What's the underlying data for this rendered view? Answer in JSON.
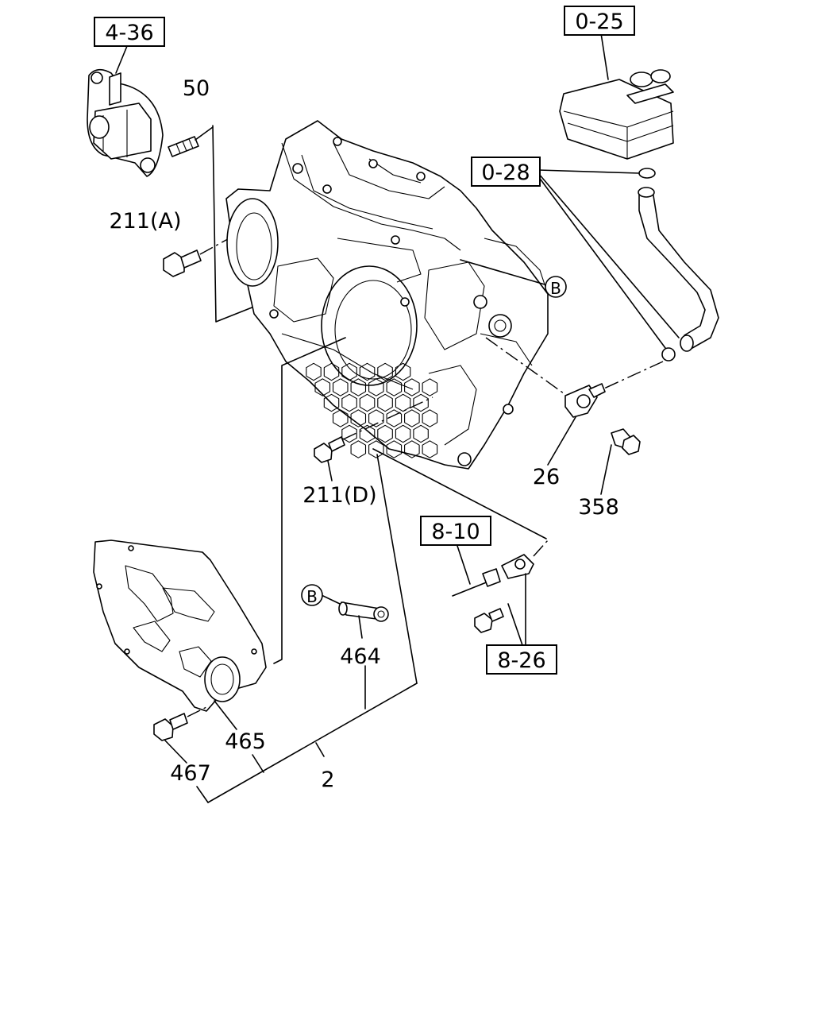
{
  "refs": {
    "r436": "4-36",
    "r025": "0-25",
    "r028": "0-28",
    "r810": "8-10",
    "r826": "8-26"
  },
  "parts": {
    "p50": "50",
    "p211a": "211(A)",
    "p211d": "211(D)",
    "p26": "26",
    "p358": "358",
    "p464": "464",
    "p465": "465",
    "p467": "467",
    "p2": "2"
  },
  "callouts": {
    "b1": "B",
    "b2": "B"
  }
}
